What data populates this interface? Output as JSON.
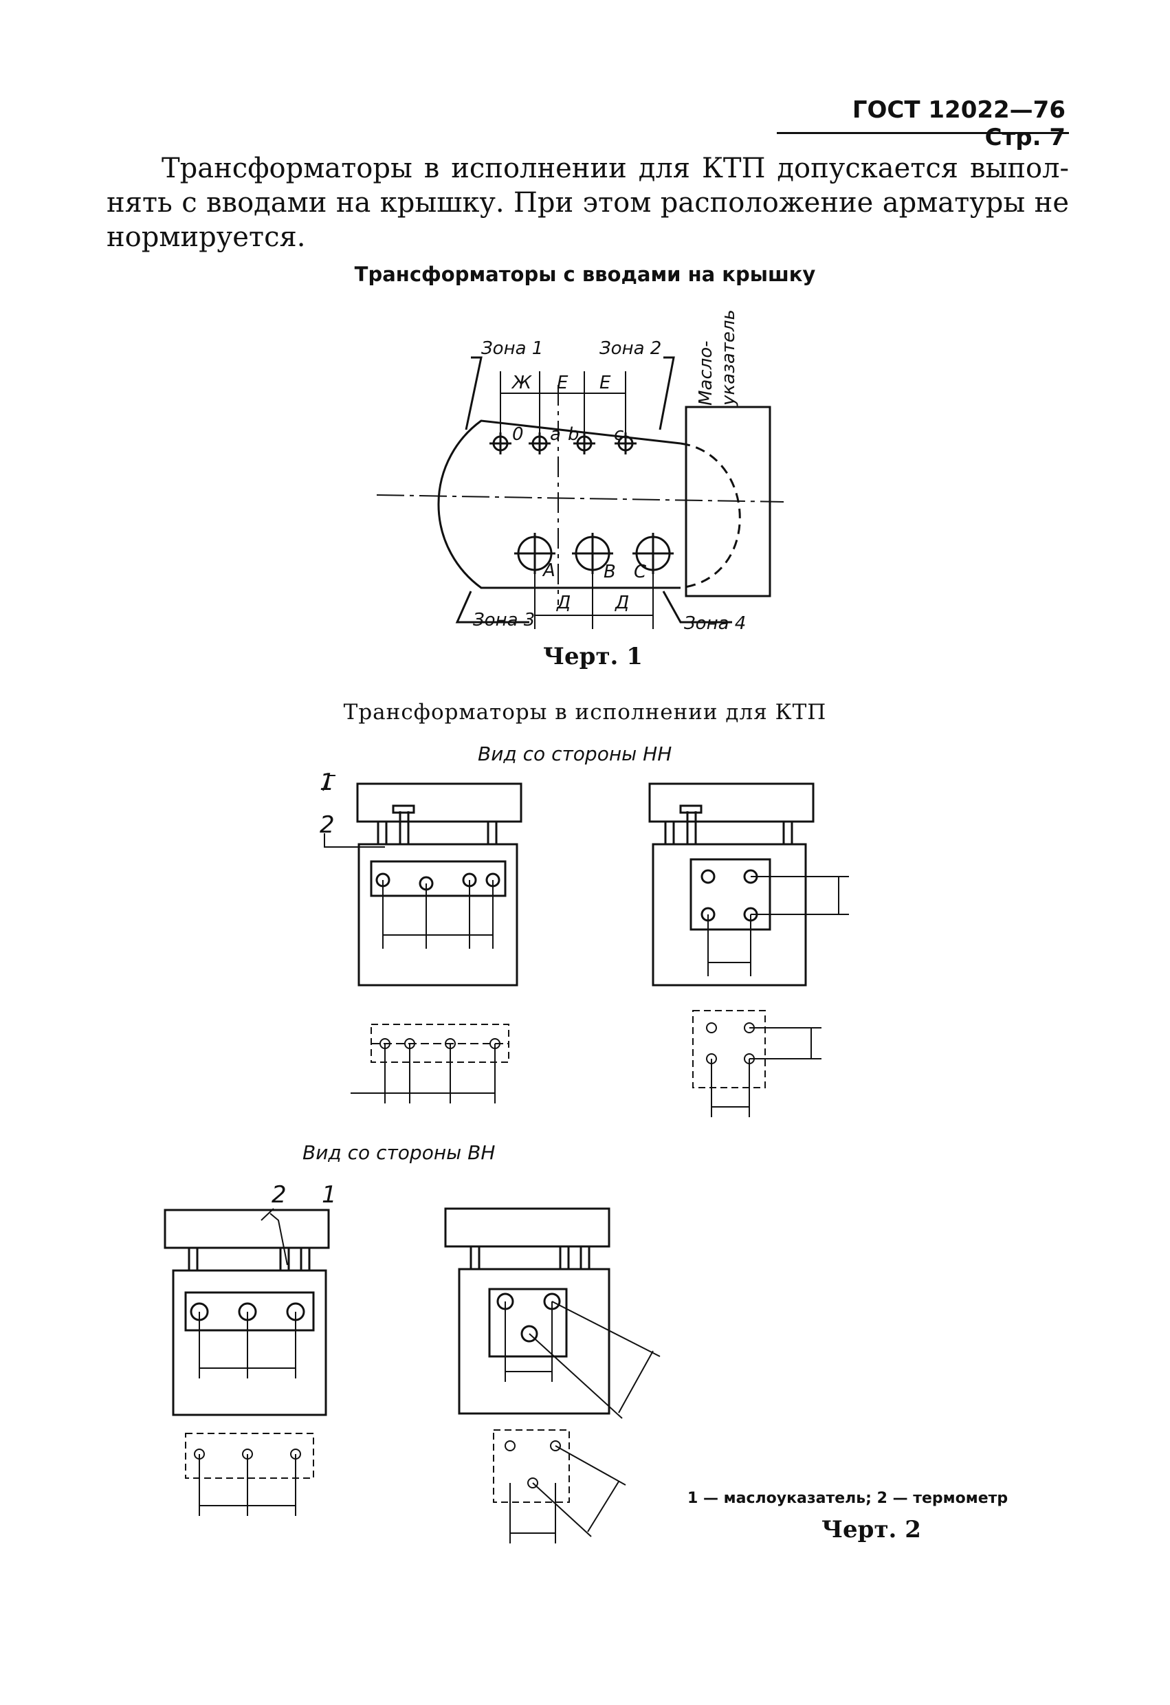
{
  "header": {
    "text": "ГОСТ 12022—76 Стр. 7"
  },
  "paragraph": {
    "line1": "Трансформаторы в исполнении для КТП допускается выпол-",
    "line2": "нять с вводами на крышку. При этом расположение арматуры не",
    "line3": "нормируется."
  },
  "figure1": {
    "title": "Трансформаторы с вводами на крышку",
    "caption": "Черт. 1",
    "labels": {
      "zone1": "Зона 1",
      "zone2": "Зона 2",
      "zone3": "Зона 3",
      "zone4": "Зона 4",
      "indicator_line1": "Масло-",
      "indicator_line2": "указатель",
      "zh": "Ж",
      "e": "Е",
      "d": "Д",
      "o": "0",
      "a": "a",
      "b": "b",
      "c": "c",
      "A": "A",
      "B": "В",
      "C": "C"
    }
  },
  "figure2": {
    "title": "Трансформаторы в исполнении для КТП",
    "view_lv": "Вид со стороны НН",
    "view_hv": "Вид со стороны ВН",
    "callout1": "1",
    "callout2": "2",
    "legend": "1 — маслоуказатель; 2 — термометр",
    "caption": "Черт. 2"
  }
}
